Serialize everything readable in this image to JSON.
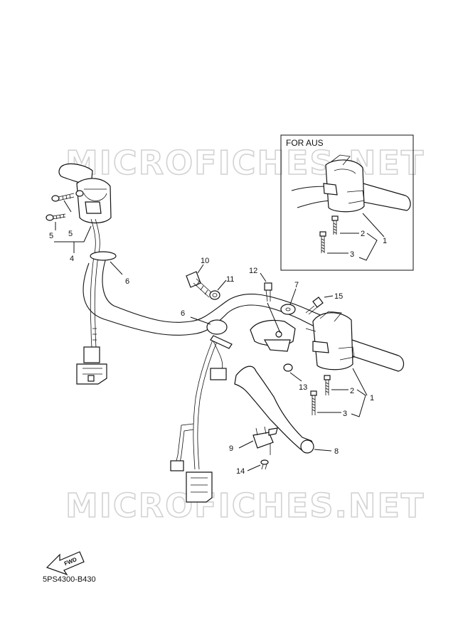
{
  "watermark": {
    "top": "MICROFICHES.NET",
    "bottom": "MICROFICHES.NET"
  },
  "inset": {
    "title": "FOR AUS",
    "callouts": [
      "1",
      "2",
      "3"
    ]
  },
  "callouts": {
    "c1": "1",
    "c2": "2",
    "c3": "3",
    "c4": "4",
    "c5a": "5",
    "c5b": "5",
    "c6a": "6",
    "c6b": "6",
    "c7": "7",
    "c8": "8",
    "c9": "9",
    "c10": "10",
    "c11": "11",
    "c12": "12",
    "c13": "13",
    "c14": "14",
    "c15": "15"
  },
  "direction_marker": {
    "text": "FWD"
  },
  "diagram_code": "5PS4300-B430"
}
